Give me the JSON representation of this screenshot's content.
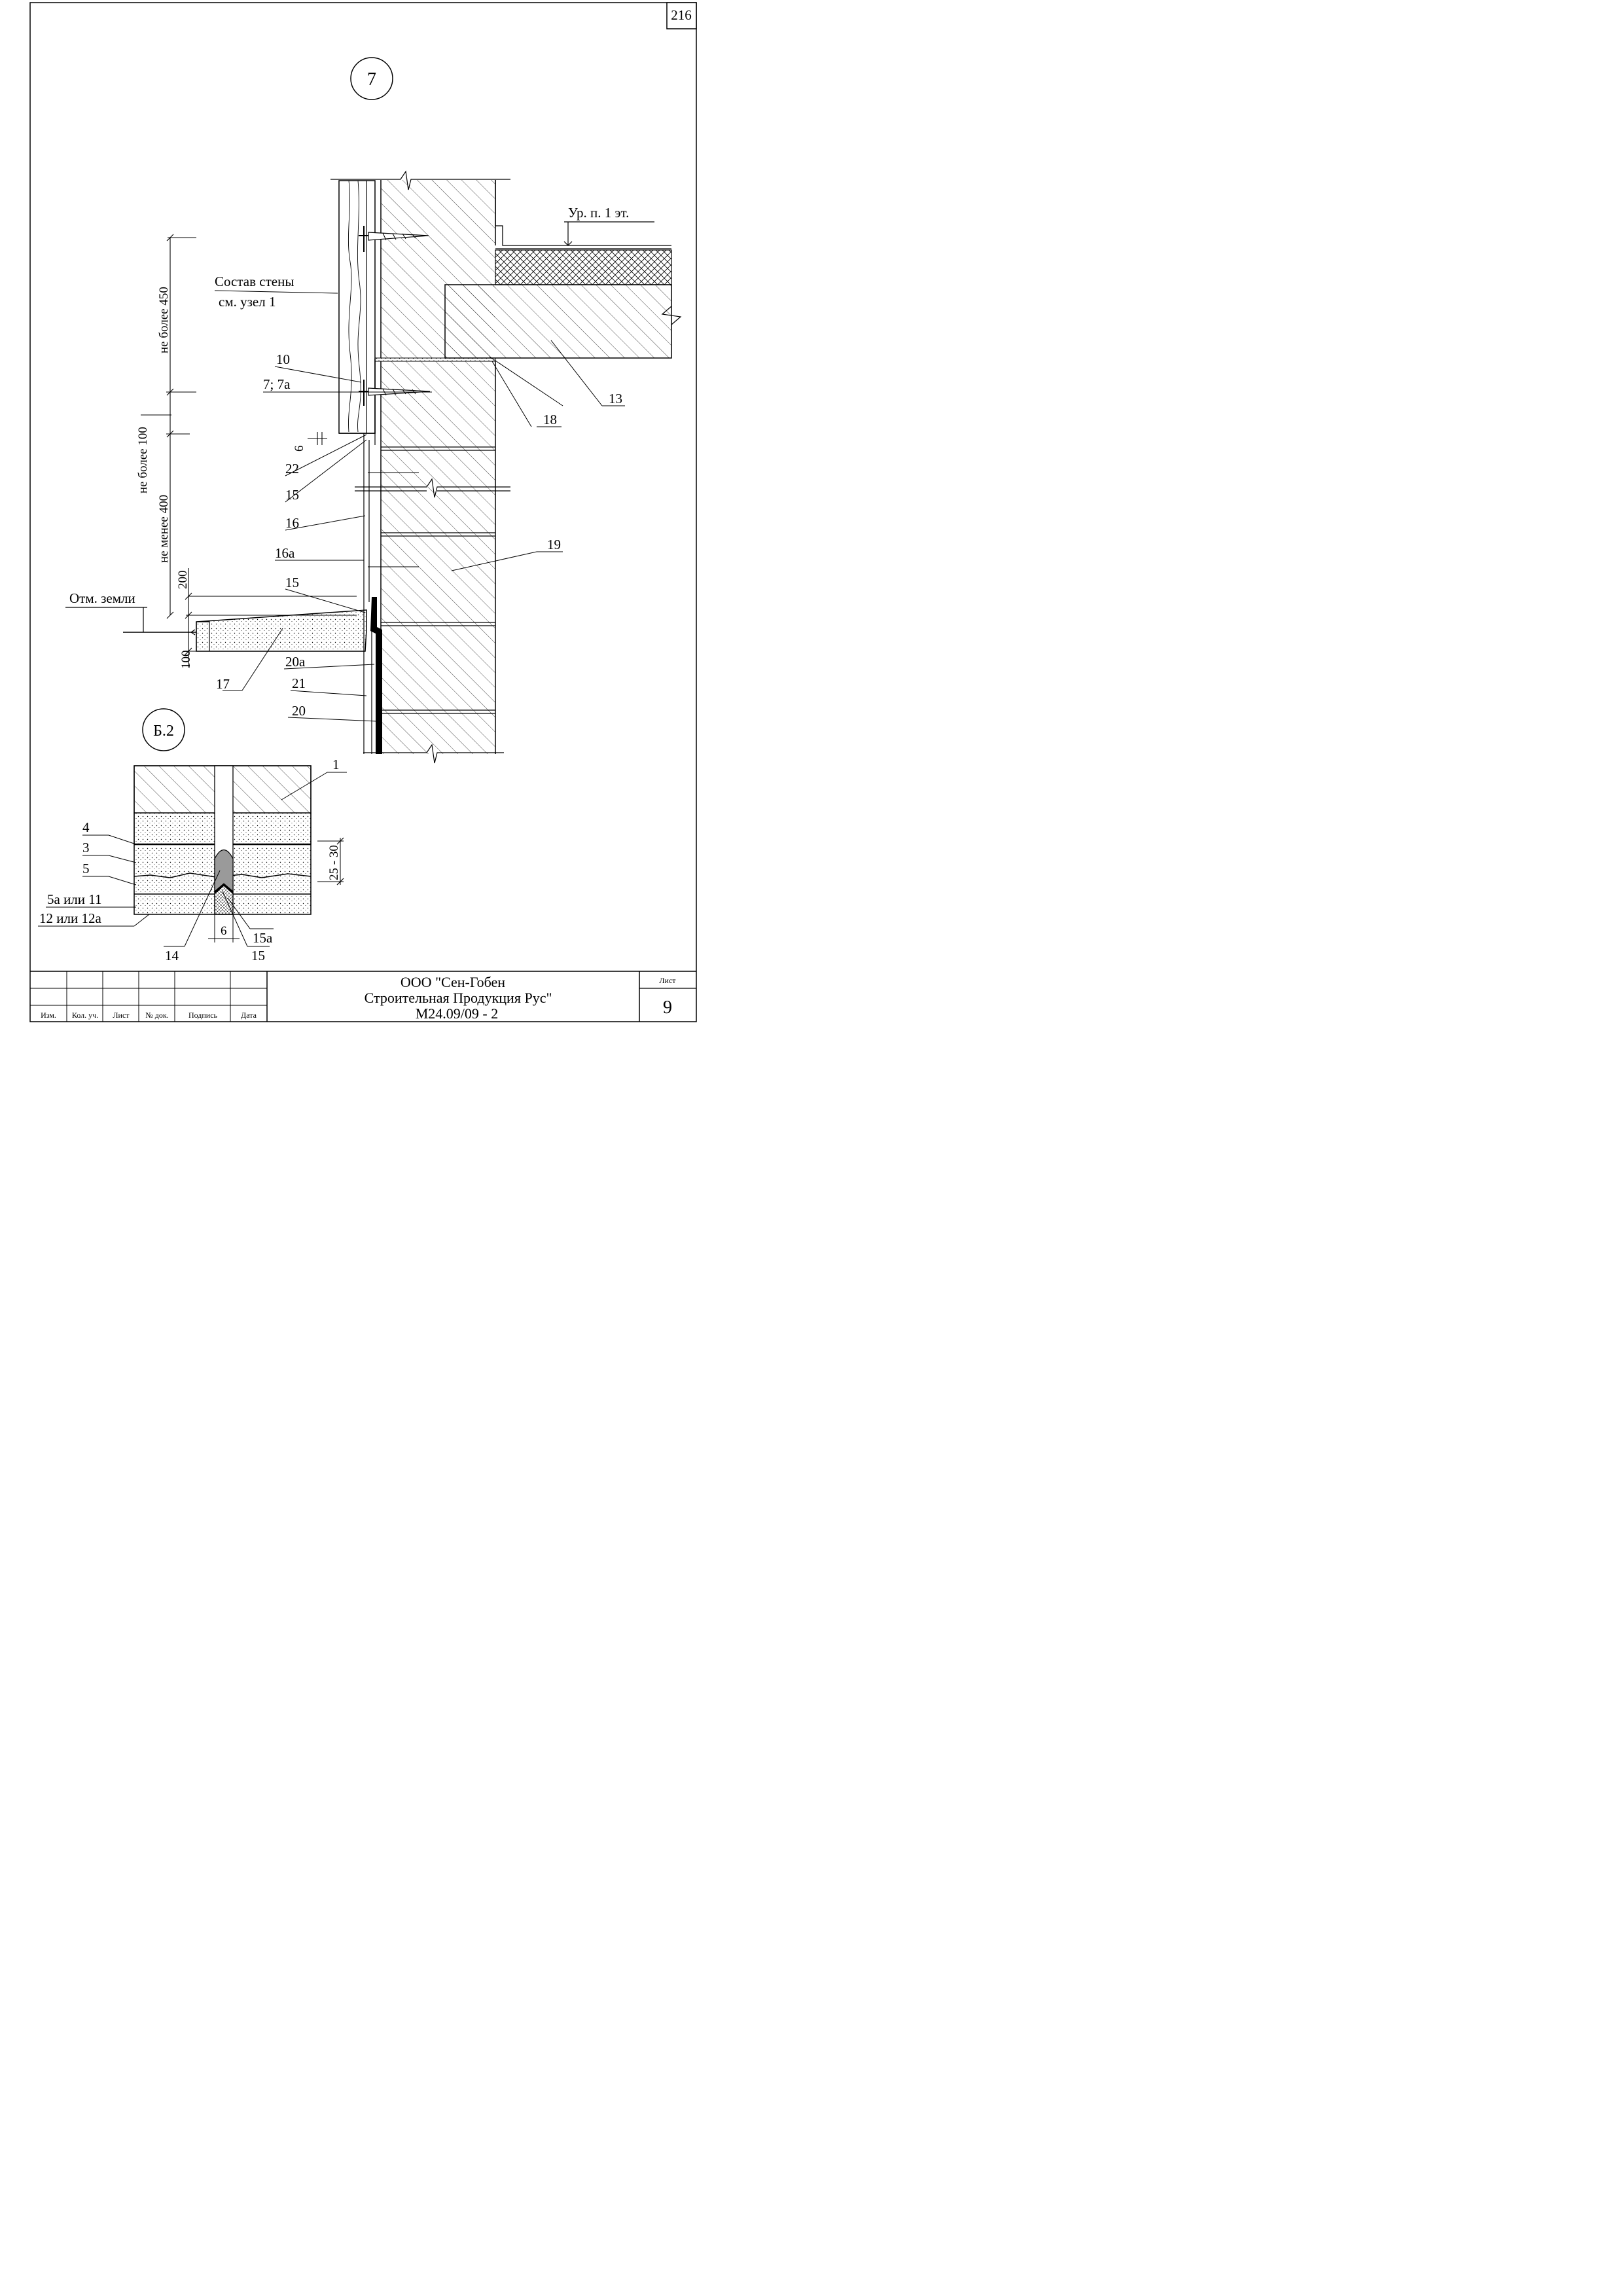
{
  "sheet_number_top": "216",
  "node_number": "7",
  "detail_mark": "Б.2",
  "level_floor": "Ур. п. 1 эт.",
  "level_ground": "Отм. земли",
  "wall_note_line1": "Состав стены",
  "wall_note_line2": "см. узел 1",
  "dims": {
    "max450": "не более 450",
    "max100": "не более 100",
    "min400": "не менее 400",
    "d200": "200",
    "d100": "100",
    "d6_top": "6",
    "d25_30": "25 - 30",
    "d6_bottom": "6"
  },
  "callouts": {
    "c10": "10",
    "c7": "7; 7а",
    "c22": "22",
    "c15a": "15",
    "c16": "16",
    "c16a": "16а",
    "c15b": "15",
    "c17": "17",
    "c20a": "20а",
    "c21": "21",
    "c20": "20",
    "c13": "13",
    "c18": "18",
    "c19": "19"
  },
  "detail_callouts": {
    "d1": "1",
    "d4": "4",
    "d3": "3",
    "d5": "5",
    "d5a": "5а или 11",
    "d12": "12 или 12а",
    "d14": "14",
    "d15a": "15а",
    "d15": "15"
  },
  "title_block": {
    "col_labels": [
      "Изм.",
      "Кол. уч.",
      "Лист",
      "№ док.",
      "Подпись",
      "Дата"
    ],
    "company_line1": "ООО \"Сен-Гобен",
    "company_line2": "Строительная Продукция Рус\"",
    "doc_code": "М24.09/09 - 2",
    "sheet_label": "Лист",
    "sheet_number": "9"
  }
}
